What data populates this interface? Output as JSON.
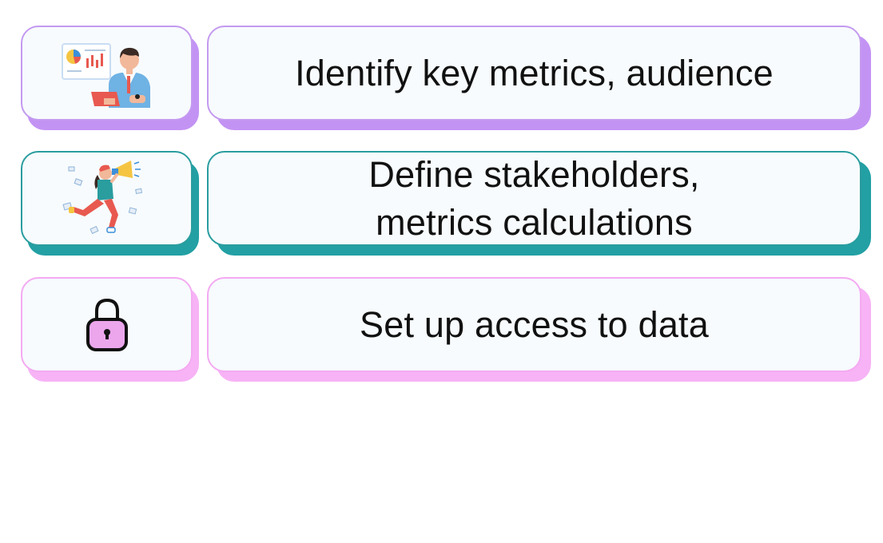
{
  "steps": [
    {
      "text": "Identify key metrics, audience",
      "icon": "analyst-illustration-icon",
      "colors": {
        "border": "#c49af0",
        "shadow": "#c393f4"
      }
    },
    {
      "text": "Define stakeholders,\nmetrics calculations",
      "icon": "megaphone-person-illustration-icon",
      "colors": {
        "border": "#2a9d9f",
        "shadow": "#22a0a3"
      }
    },
    {
      "text": "Set up access to data",
      "icon": "padlock-icon",
      "colors": {
        "border": "#f4aaf2",
        "shadow": "#f7b3f5"
      }
    }
  ]
}
